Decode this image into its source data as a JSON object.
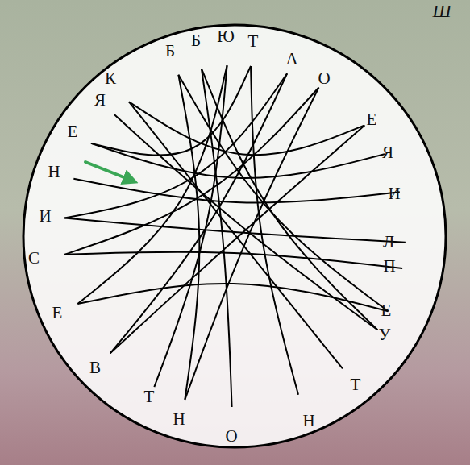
{
  "diagram": {
    "labels": [
      "К",
      "Б",
      "Б",
      "Ю",
      "Т",
      "А",
      "О",
      "Е",
      "Я",
      "И",
      "Л",
      "П",
      "Е",
      "У",
      "Т",
      "Н",
      "О",
      "Н",
      "Т",
      "В",
      "Е",
      "С",
      "И",
      "Н",
      "Е",
      "Я",
      "Ш"
    ]
  }
}
